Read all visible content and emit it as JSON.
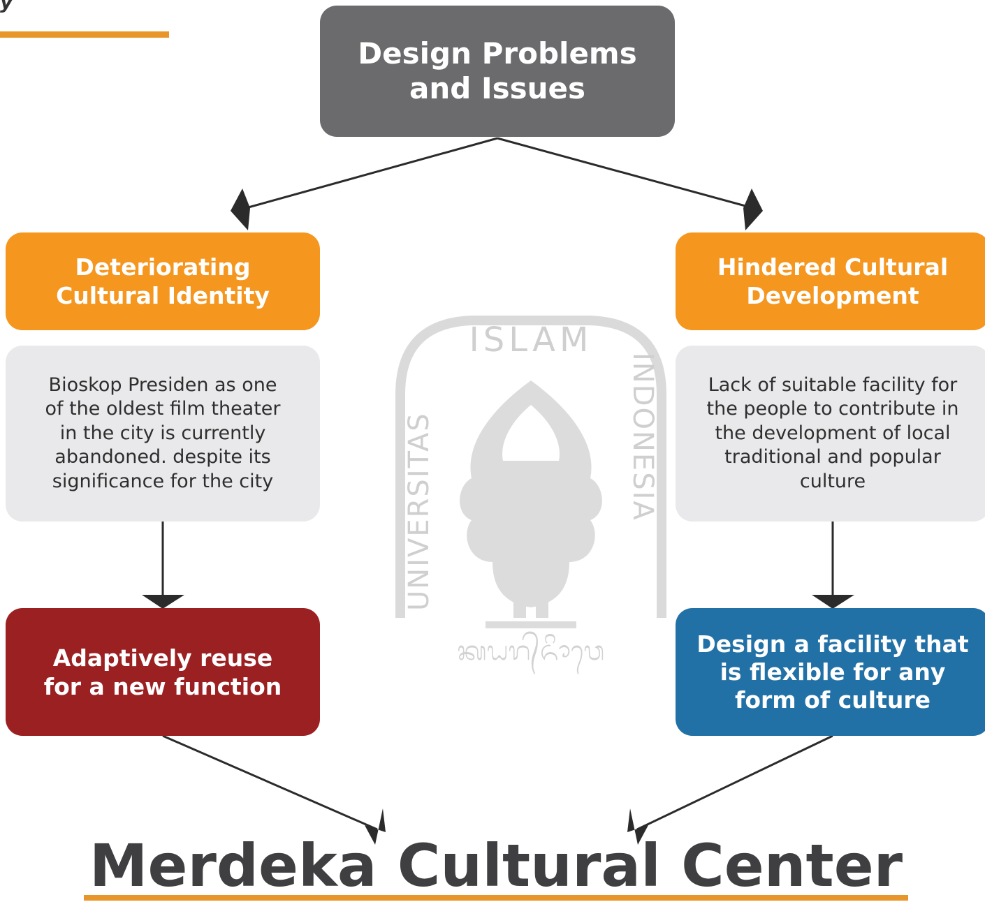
{
  "corner_text": "y",
  "top_box": {
    "title": "Design Problems\nand Issues"
  },
  "left_branch": {
    "heading": "Deteriorating\nCultural Identity",
    "description": "Bioskop Presiden as one\nof the oldest film theater\nin the city is currently\nabandoned. despite its\nsignificance for the city",
    "solution": "Adaptively reuse\nfor a new function"
  },
  "right_branch": {
    "heading": "Hindered Cultural\nDevelopment",
    "description": "Lack of suitable facility for\nthe people to contribute in\nthe development of local\ntraditional and popular\nculture",
    "solution": "Design a facility that\nis flexible for any\nform of culture"
  },
  "result_title": "Merdeka Cultural Center",
  "watermark": {
    "top_text": "ISLAM",
    "left_text": "UNIVERSITAS",
    "right_text": "INDONESIA",
    "bottom_text": "ᬓᬠᬭ᭄ᬏᬶᬵᬯᬾ"
  },
  "colors": {
    "top_box": "#6b6b6d",
    "heading_boxes": "#f5961f",
    "description_boxes": "#e9e9eb",
    "left_solution": "#9b2022",
    "right_solution": "#2271a6",
    "accent_rule": "#e8952a",
    "title_text": "#3f3f41",
    "watermark": "#cfcfcf"
  }
}
